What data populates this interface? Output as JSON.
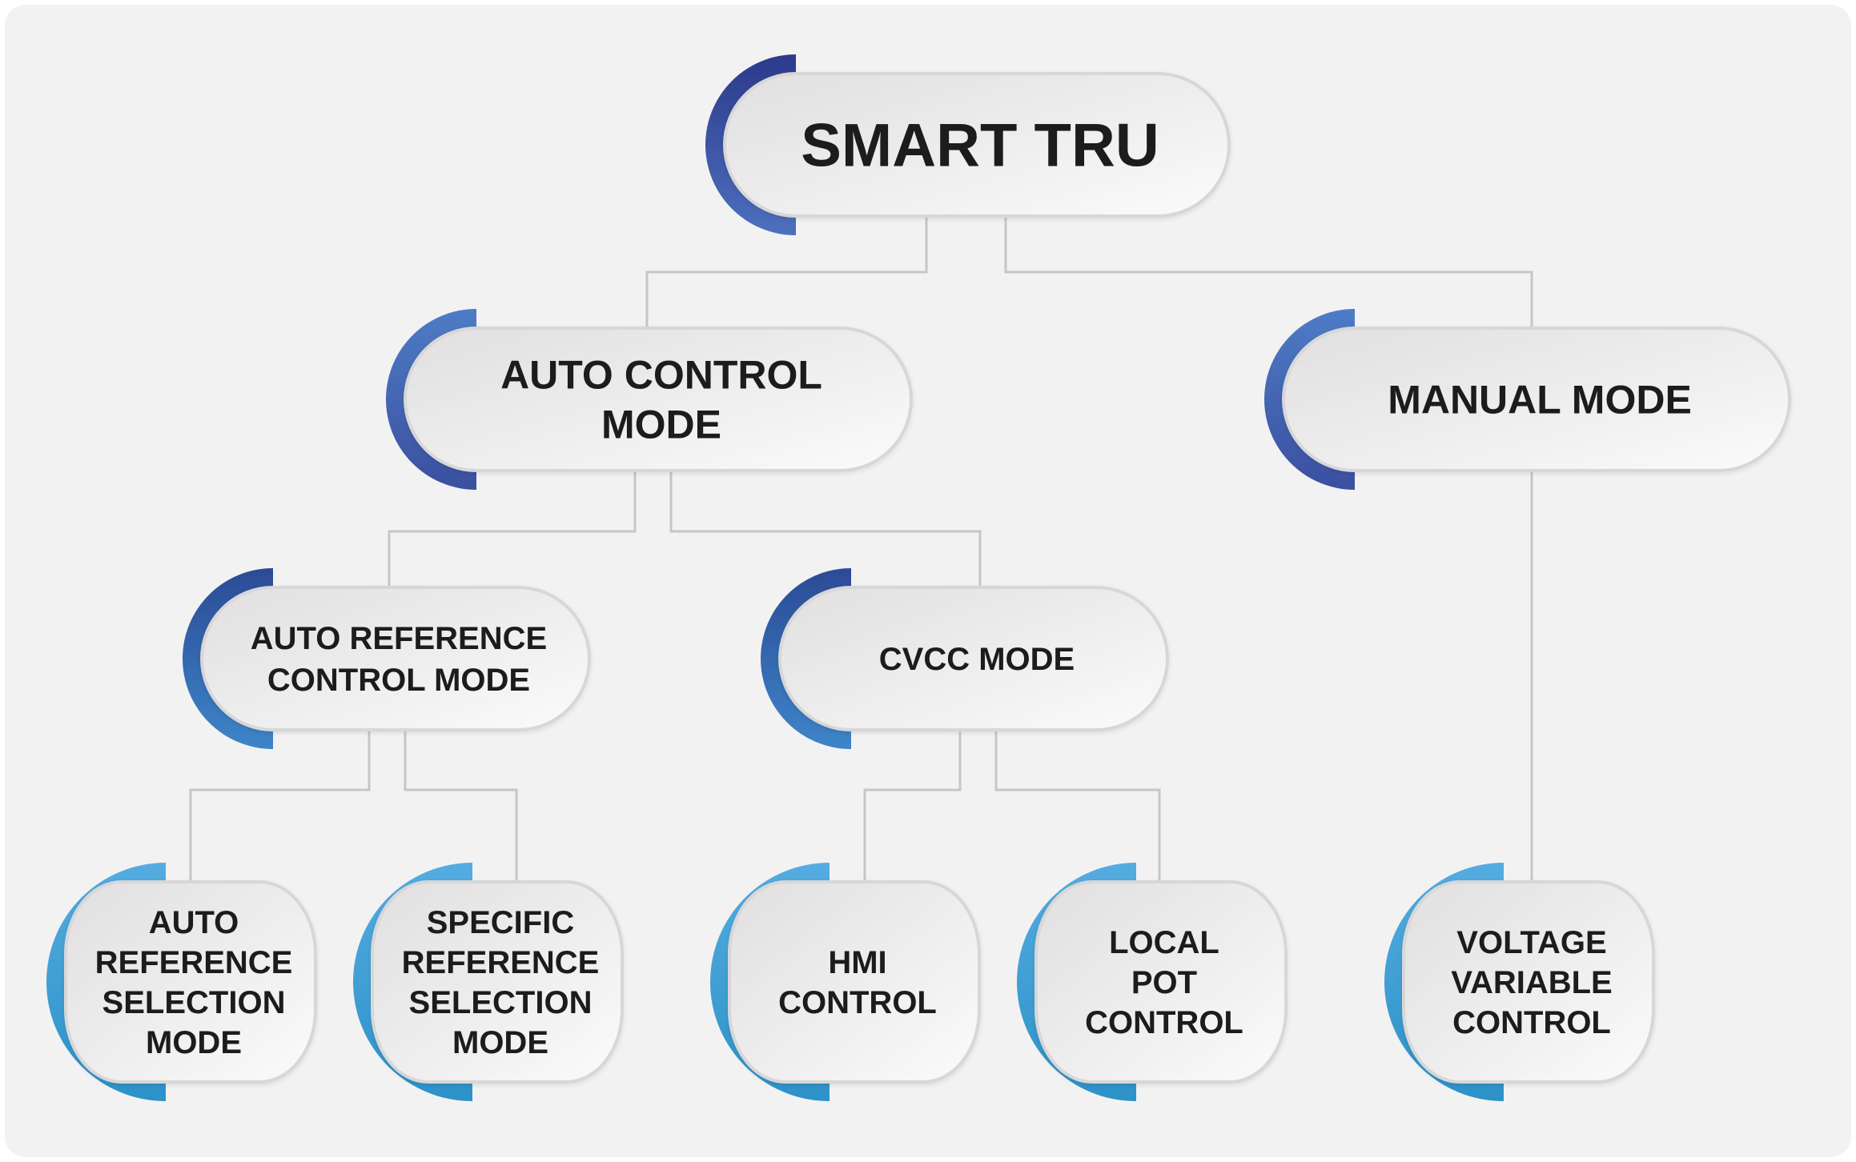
{
  "diagram": {
    "root": {
      "id": "smart-tru",
      "lines": [
        "SMART TRU"
      ]
    },
    "level1": [
      {
        "id": "auto-control-mode",
        "lines": [
          "AUTO CONTROL",
          "MODE"
        ]
      },
      {
        "id": "manual-mode",
        "lines": [
          "MANUAL MODE"
        ]
      }
    ],
    "level2": [
      {
        "id": "auto-reference-control-mode",
        "lines": [
          "AUTO REFERENCE",
          "CONTROL MODE"
        ]
      },
      {
        "id": "cvcc-mode",
        "lines": [
          "CVCC MODE"
        ]
      }
    ],
    "level3": [
      {
        "id": "auto-reference-selection-mode",
        "lines": [
          "AUTO",
          "REFERENCE",
          "SELECTION",
          "MODE"
        ]
      },
      {
        "id": "specific-reference-selection-mode",
        "lines": [
          "SPECIFIC",
          "REFERENCE",
          "SELECTION",
          "MODE"
        ]
      },
      {
        "id": "hmi-control",
        "lines": [
          "HMI",
          "CONTROL"
        ]
      },
      {
        "id": "local-pot-control",
        "lines": [
          "LOCAL",
          "POT",
          "CONTROL"
        ]
      },
      {
        "id": "voltage-variable-control",
        "lines": [
          "VOLTAGE",
          "VARIABLE",
          "CONTROL"
        ]
      }
    ],
    "edges": [
      [
        "smart-tru",
        "auto-control-mode"
      ],
      [
        "smart-tru",
        "manual-mode"
      ],
      [
        "auto-control-mode",
        "auto-reference-control-mode"
      ],
      [
        "auto-control-mode",
        "cvcc-mode"
      ],
      [
        "manual-mode",
        "voltage-variable-control"
      ],
      [
        "auto-reference-control-mode",
        "auto-reference-selection-mode"
      ],
      [
        "auto-reference-control-mode",
        "specific-reference-selection-mode"
      ],
      [
        "cvcc-mode",
        "hmi-control"
      ],
      [
        "cvcc-mode",
        "local-pot-control"
      ]
    ]
  },
  "colors": {
    "background": "#f3f2f3",
    "connector": "#c6c6c8",
    "accent_dark": "#2e3f8f",
    "accent_mid": "#4a73bd",
    "accent_light": "#3b9fd6",
    "pill_fill_light": "#fbfbfb",
    "pill_fill_dark": "#e2e0e1",
    "pill_border": "#dcdcdc",
    "text": "#1c1c1c"
  }
}
